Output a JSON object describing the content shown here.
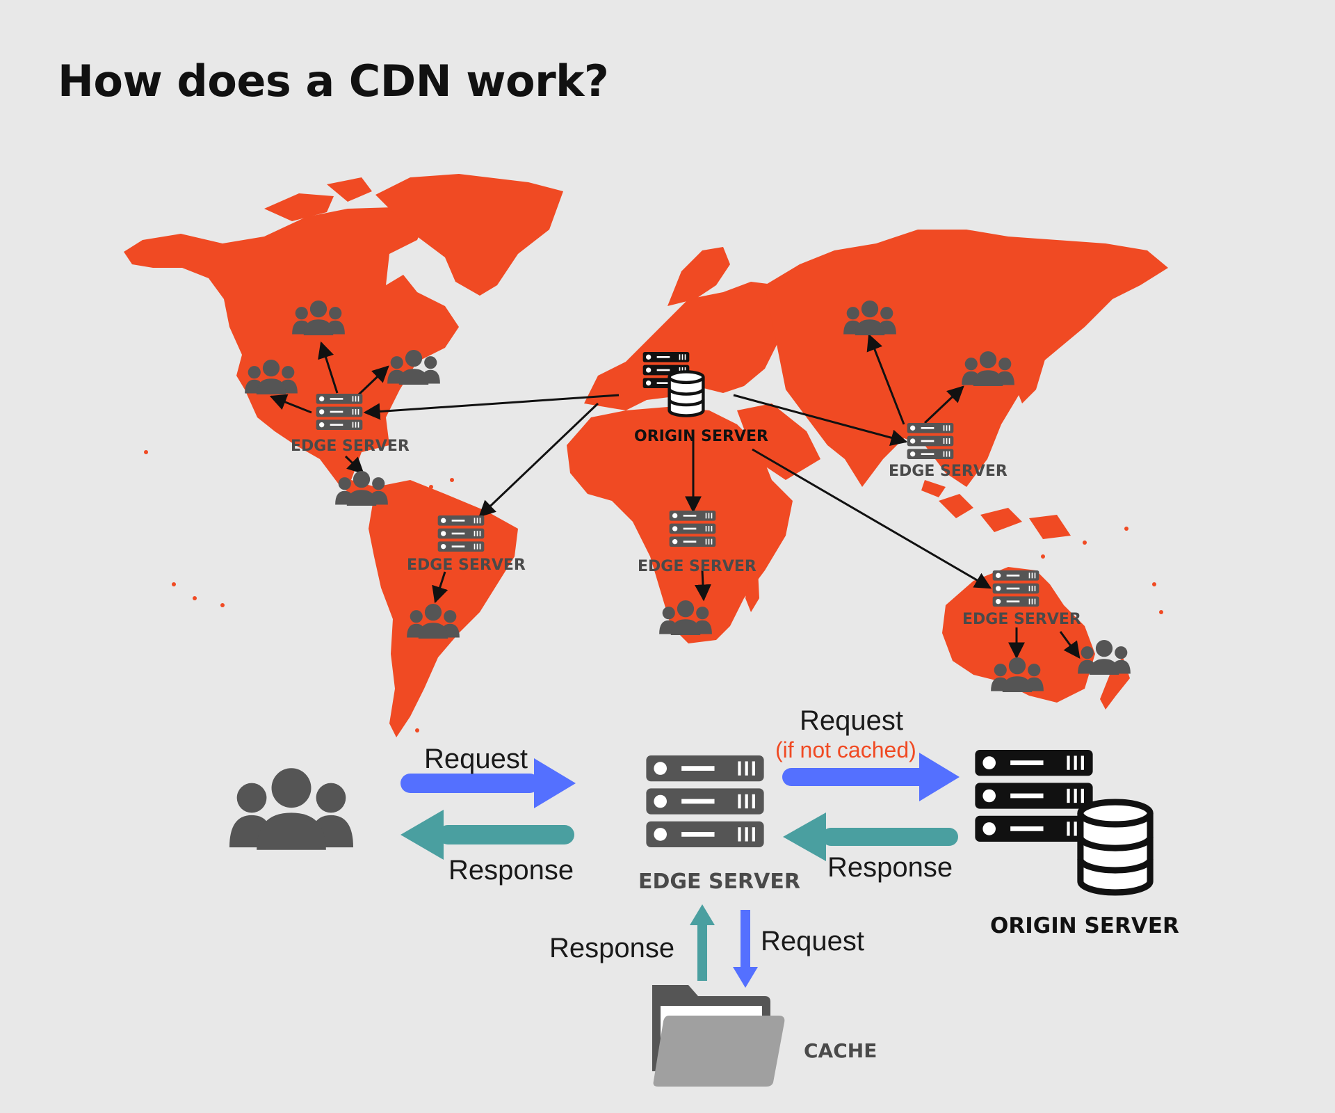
{
  "title": "How does a CDN work?",
  "colors": {
    "background": "#e8e8e8",
    "land": "#f04a23",
    "request_arrow": "#5470ff",
    "response_arrow": "#4a9fa0",
    "edge_icon": "#555555",
    "origin_icon": "#111111",
    "cache_folder": "#a0a0a0"
  },
  "map": {
    "origin_label": "ORIGIN SERVER",
    "edge_labels": {
      "north_america": "EDGE SERVER",
      "south_america": "EDGE SERVER",
      "africa": "EDGE SERVER",
      "asia": "EDGE SERVER",
      "australia": "EDGE SERVER"
    },
    "icons": {
      "users": "users-group-icon",
      "edge": "server-rack-icon",
      "origin": "server-database-icon"
    }
  },
  "flow": {
    "users_icon": "users-group-icon",
    "request_label": "Request",
    "response_label": "Response",
    "edge_label": "EDGE SERVER",
    "origin_request_label": "Request",
    "origin_request_note": "(if not cached)",
    "origin_response_label": "Response",
    "origin_label": "ORIGIN SERVER",
    "cache_request_label": "Request",
    "cache_response_label": "Response",
    "cache_label": "CACHE",
    "cache_icon": "folder-icon"
  }
}
